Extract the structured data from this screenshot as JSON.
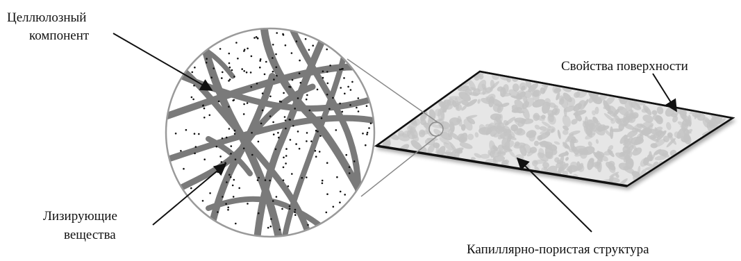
{
  "labels": {
    "cellulose_line1": "Целлюлозный",
    "cellulose_line2": "компонент",
    "lysing_line1": "Лизирующие",
    "lysing_line2": "вещества",
    "surface": "Свойства поверхности",
    "capillary": "Капиллярно-пористая структура"
  },
  "colors": {
    "fiber": "#7a7a7a",
    "dots": "#111111",
    "sheet_fill": "#e6e6e6",
    "sheet_blotch": "#c4c4c4",
    "outline": "#111111",
    "magnifier_connector": "#8a8a8a"
  }
}
